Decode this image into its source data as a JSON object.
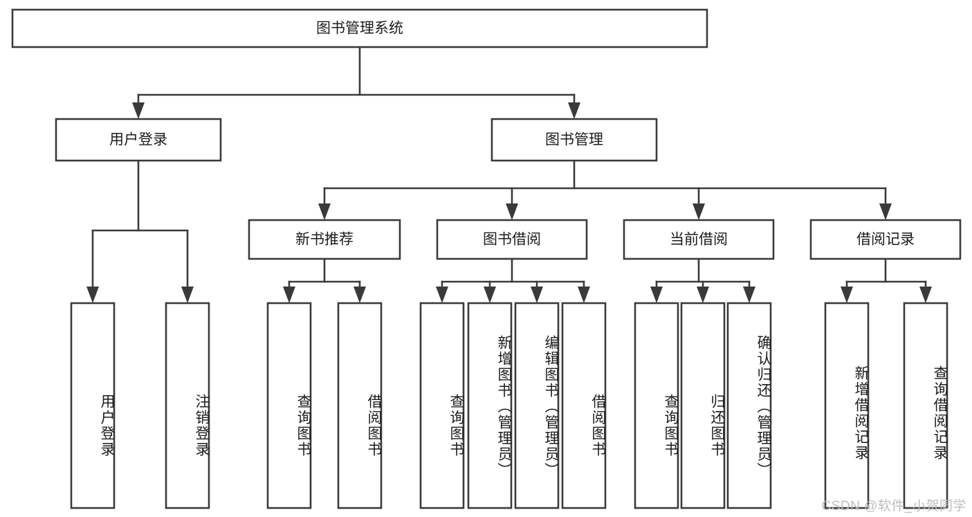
{
  "diagram": {
    "title": "图书管理系统",
    "type": "hierarchy-tree",
    "root": {
      "id": "root",
      "label": "图书管理系统",
      "orientation": "horizontal"
    },
    "level1": [
      {
        "id": "user-login",
        "label": "用户登录",
        "orientation": "horizontal"
      },
      {
        "id": "book-management",
        "label": "图书管理",
        "orientation": "horizontal"
      }
    ],
    "level2": [
      {
        "id": "new-book-recommend",
        "label": "新书推荐",
        "parent": "book-management",
        "orientation": "horizontal"
      },
      {
        "id": "book-borrow",
        "label": "图书借阅",
        "parent": "book-management",
        "orientation": "horizontal"
      },
      {
        "id": "current-borrow",
        "label": "当前借阅",
        "parent": "book-management",
        "orientation": "horizontal"
      },
      {
        "id": "borrow-record",
        "label": "借阅记录",
        "parent": "book-management",
        "orientation": "horizontal"
      }
    ],
    "leaves": [
      {
        "id": "leaf-user-login",
        "label": "用户登录",
        "parent": "user-login",
        "orientation": "vertical"
      },
      {
        "id": "leaf-user-logout",
        "label": "注销登录",
        "parent": "user-login",
        "orientation": "vertical"
      },
      {
        "id": "leaf-query-book-1",
        "label": "查询图书",
        "parent": "new-book-recommend",
        "orientation": "vertical"
      },
      {
        "id": "leaf-borrow-book-1",
        "label": "借阅图书",
        "parent": "new-book-recommend",
        "orientation": "vertical"
      },
      {
        "id": "leaf-query-book-2",
        "label": "查询图书",
        "parent": "book-borrow",
        "orientation": "vertical"
      },
      {
        "id": "leaf-add-book",
        "label": "新增图书（管理员）",
        "parent": "book-borrow",
        "orientation": "vertical"
      },
      {
        "id": "leaf-edit-book",
        "label": "编辑图书（管理员）",
        "parent": "book-borrow",
        "orientation": "vertical"
      },
      {
        "id": "leaf-borrow-book-2",
        "label": "借阅图书",
        "parent": "book-borrow",
        "orientation": "vertical"
      },
      {
        "id": "leaf-query-book-3",
        "label": "查询图书",
        "parent": "current-borrow",
        "orientation": "vertical"
      },
      {
        "id": "leaf-return-book",
        "label": "归还图书",
        "parent": "current-borrow",
        "orientation": "vertical"
      },
      {
        "id": "leaf-confirm-return",
        "label": "确认归还（管理员）",
        "parent": "current-borrow",
        "orientation": "vertical"
      },
      {
        "id": "leaf-add-record",
        "label": "新增借阅记录",
        "parent": "borrow-record",
        "orientation": "vertical"
      },
      {
        "id": "leaf-query-record",
        "label": "查询借阅记录",
        "parent": "borrow-record",
        "orientation": "vertical"
      }
    ],
    "watermark": "CSDN @软件_小贺同学",
    "colors": {
      "box_stroke": "#3a3a3a",
      "box_fill": "#ffffff",
      "text": "#1b1b1b",
      "background": "#ffffff",
      "watermark": "#bdbdbd"
    }
  }
}
